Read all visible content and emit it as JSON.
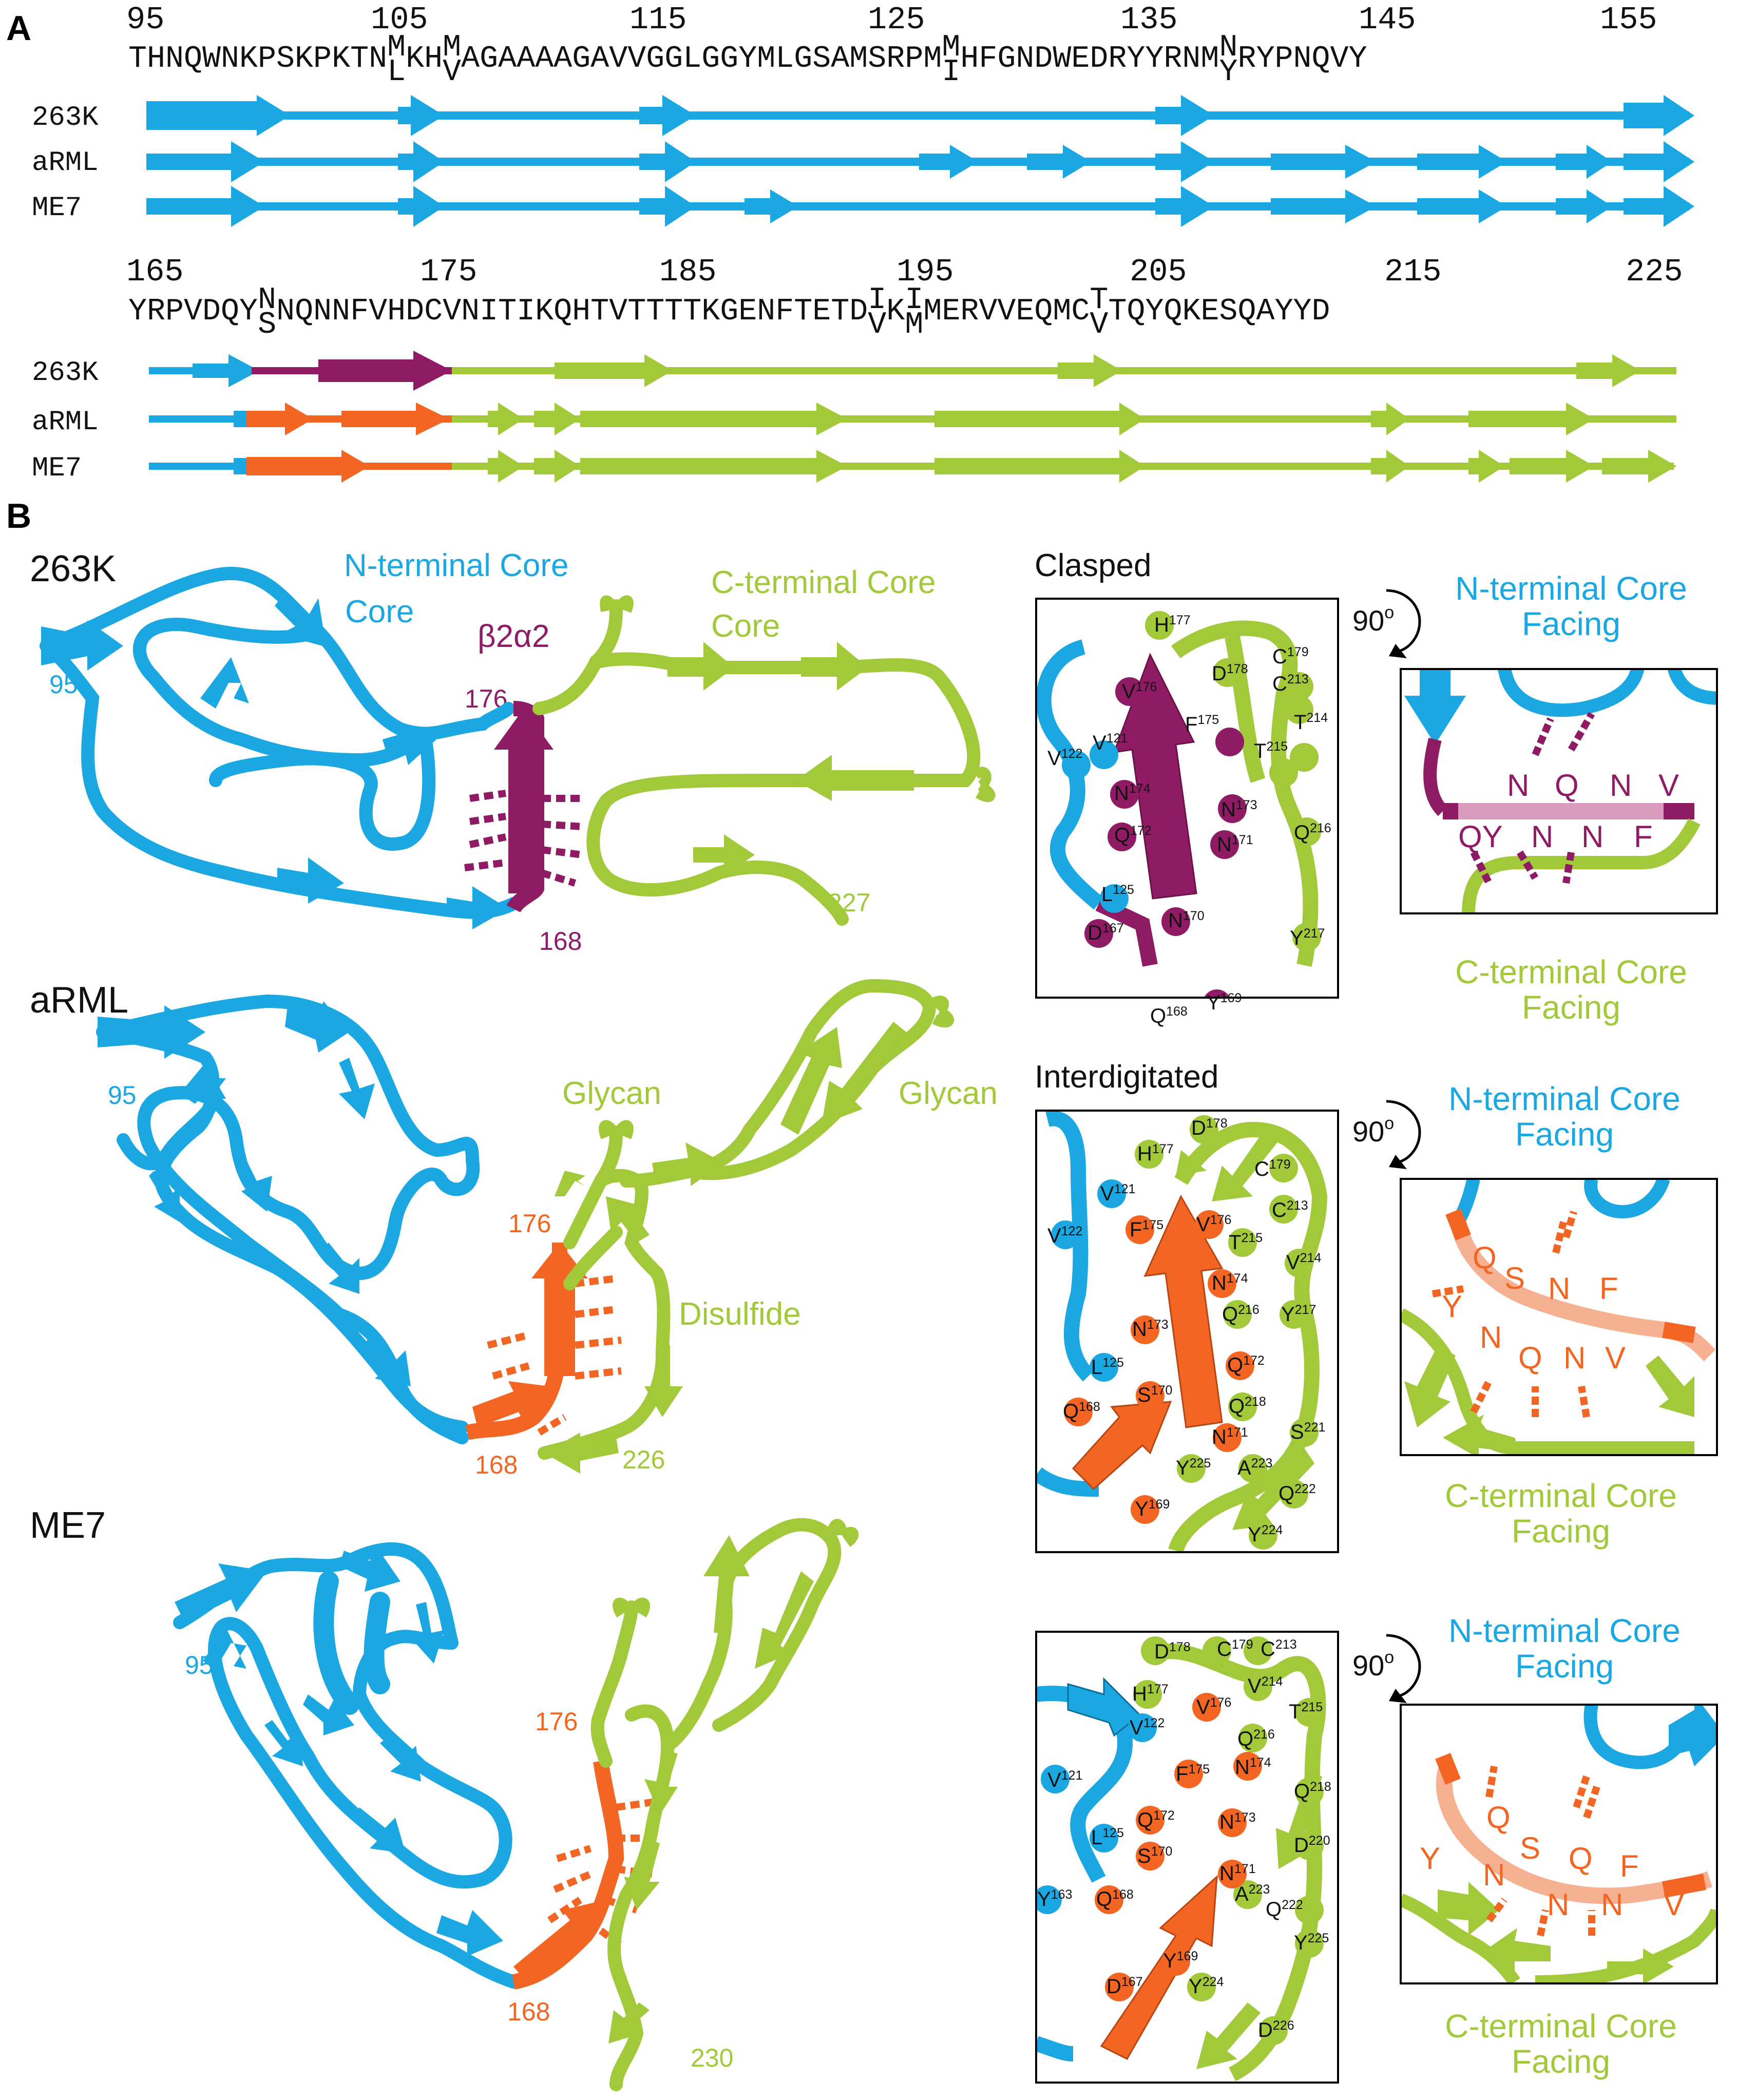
{
  "colors": {
    "n_core": "#1ba8e2",
    "c_core": "#a2c93a",
    "variant_263k": "#8e1b63",
    "variant_orange": "#f26522",
    "text": "#111111"
  },
  "panel_a": {
    "label": "A",
    "row1": {
      "positions": [
        "95",
        "105",
        "115",
        "125",
        "135",
        "145",
        "155"
      ],
      "seq_1": "THNQWNKPSKPKTN",
      "var_108": {
        "top": "M",
        "bottom": "L"
      },
      "seq_2": "KH",
      "var_111": {
        "top": "M",
        "bottom": "V"
      },
      "seq_3": "AGAAAAGAVVGGLGGYMLGSAMSRPM",
      "var_138": {
        "top": "M",
        "bottom": "I"
      },
      "seq_4": "HFGNDWEDRYYRNM",
      "var_155": {
        "top": "N",
        "bottom": "Y"
      },
      "seq_5": "RYPNQVY"
    },
    "row2": {
      "positions": [
        "165",
        "175",
        "185",
        "195",
        "205",
        "215",
        "225"
      ],
      "seq_1": "YRPVDQY",
      "var_170": {
        "top": "N",
        "bottom": "S"
      },
      "seq_2": "NQNNFVHDCVNITIKQHTVTTTTKGENFTETD",
      "var_203": {
        "top": "I",
        "bottom": "V"
      },
      "seq_3": "K",
      "var_205": {
        "top": "I",
        "bottom": "M"
      },
      "seq_4": "MERVVEQMC",
      "var_215": {
        "top": "T",
        "bottom": "V"
      },
      "seq_5": "TQYQKESQAYYD"
    },
    "strains": [
      "263K",
      "aRML",
      "ME7"
    ]
  },
  "panel_b": {
    "label": "B",
    "structure_263k": {
      "strain": "263K",
      "n_core_label": "N-terminal Core",
      "c_core_label": "C-terminal Core",
      "loop_label": "β2α2",
      "start_residue": "95",
      "residue_176": "176",
      "residue_168": "168",
      "end_residue": "227"
    },
    "structure_arml": {
      "strain": "aRML",
      "glycan_label_1": "Glycan",
      "glycan_label_2": "Glycan",
      "disulfide_label": "Disulfide",
      "start_residue": "95",
      "residue_176": "176",
      "residue_168": "168",
      "end_residue": "226"
    },
    "structure_me7": {
      "strain": "ME7",
      "start_residue": "95",
      "residue_176": "176",
      "residue_168": "168",
      "end_residue": "230"
    },
    "zoom_titles": {
      "clasped": "Clasped",
      "interdigitated": "Interdigitated"
    },
    "rotation": {
      "number": "90",
      "degree_mark": "o"
    },
    "facing": {
      "n_core": "N-terminal Core\nFacing",
      "c_core": "C-terminal Core\nFacing"
    },
    "zoom_263k_residues": [
      "H",
      "177",
      "D",
      "178",
      "C",
      "179",
      "C",
      "213",
      "V",
      "176",
      "F",
      "175",
      "T",
      "214",
      "T",
      "215",
      "V",
      "121",
      "V",
      "122",
      "N",
      "174",
      "N",
      "173",
      "Q",
      "172",
      "N",
      "171",
      "Q",
      "216",
      "L",
      "125",
      "N",
      "170",
      "Y",
      "217",
      "D",
      "167",
      "Q",
      "168",
      "Y",
      "169"
    ],
    "zoom_arml_residues": [
      "D",
      "178",
      "H",
      "177",
      "C",
      "179",
      "V",
      "121",
      "V",
      "122",
      "F",
      "175",
      "V",
      "176",
      "C",
      "213",
      "T",
      "215",
      "V",
      "214",
      "N",
      "174",
      "N",
      "173",
      "Q",
      "216",
      "Y",
      "217",
      "Q",
      "172",
      "L",
      "125",
      "Q",
      "168",
      "S",
      "170",
      "Q",
      "218",
      "N",
      "171",
      "Y",
      "225",
      "S",
      "221",
      "A",
      "223",
      "Q",
      "222",
      "Y",
      "169",
      "Y",
      "224"
    ],
    "zoom_me7_residues": [
      "D",
      "178",
      "C",
      "179",
      "C",
      "213",
      "H",
      "177",
      "V",
      "214",
      "V",
      "176",
      "T",
      "215",
      "V",
      "122",
      "V",
      "121",
      "Q",
      "216",
      "N",
      "174",
      "F",
      "175",
      "Q",
      "218",
      "Q",
      "172",
      "L",
      "125",
      "N",
      "173",
      "Y",
      "163",
      "S",
      "170",
      "N",
      "171",
      "D",
      "220",
      "Q",
      "168",
      "A",
      "223",
      "Q",
      "222",
      "Y",
      "225",
      "Y",
      "169",
      "D",
      "167",
      "Y",
      "224",
      "D",
      "226"
    ],
    "side_263k": {
      "top_letters": [
        "N",
        "Q",
        "N",
        "V"
      ],
      "bottom_letters": [
        "QY",
        "N",
        "N",
        "F"
      ]
    },
    "side_arml": {
      "top_letters": [
        "Q",
        "S",
        "N",
        "F"
      ],
      "bottom_letters": [
        "Y",
        "N",
        "Q",
        "N",
        "V"
      ]
    },
    "side_me7": {
      "top_letters": [
        "Q",
        "S",
        "Q",
        "F"
      ],
      "bottom_letters": [
        "Y",
        "N",
        "N",
        "N",
        "V"
      ]
    }
  }
}
